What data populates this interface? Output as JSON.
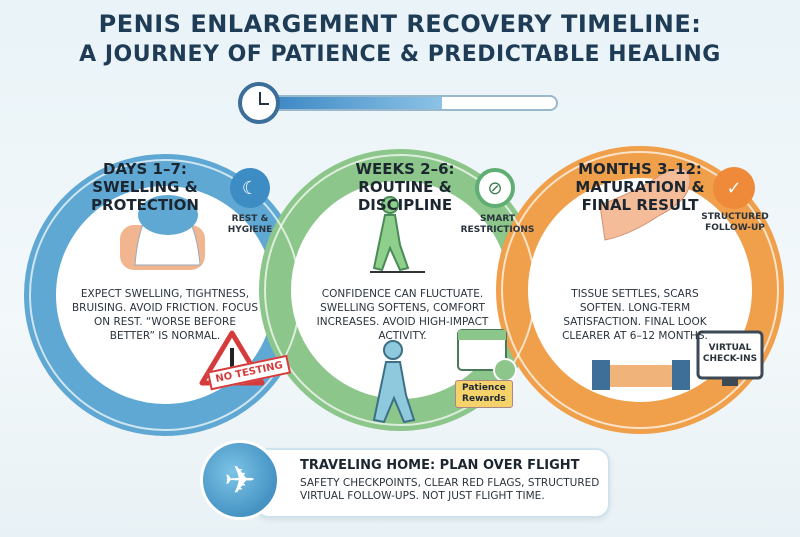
{
  "title": {
    "line1": "PENIS ENLARGEMENT RECOVERY TIMELINE:",
    "line2": "A JOURNEY OF PATIENCE & PREDICTABLE HEALING"
  },
  "progress": {
    "value": 0.6,
    "color": "#4d97cf"
  },
  "stages": [
    {
      "heading": "DAYS 1–7:\nSWELLING &\nPROTECTION",
      "body": "EXPECT SWELLING, TIGHTNESS, BRUISING. AVOID FRICTION. FOCUS ON REST. “WORSE BEFORE BETTER” IS NORMAL.",
      "badge_label": "REST &\nHYGIENE",
      "badge_icon": "bed-icon",
      "color": "#5fa8d3",
      "extra": "NO TESTING"
    },
    {
      "heading": "WEEKS 2–6:\nROUTINE &\nDISCIPLINE",
      "body": "CONFIDENCE CAN FLUCTUATE. SWELLING SOFTENS, COMFORT INCREASES. AVOID HIGH-IMPACT ACTIVITY.",
      "badge_label": "SMART\nRESTRICTIONS",
      "badge_icon": "no-walking-icon",
      "color": "#8cc68a",
      "extra": "Patience\nRewards"
    },
    {
      "heading": "MONTHS 3–12:\nMATURATION &\nFINAL RESULT",
      "body": "TISSUE SETTLES, SCARS SOFTEN. LONG-TERM SATISFACTION. FINAL LOOK CLEARER AT 6–12 MONTHS.",
      "badge_label": "STRUCTURED\nFOLLOW-UP",
      "badge_icon": "clipboard-check-icon",
      "color": "#f0a04b",
      "extra": "VIRTUAL\nCHECK-INS"
    }
  ],
  "travel": {
    "heading": "TRAVELING HOME: PLAN OVER FLIGHT",
    "body": "SAFETY CHECKPOINTS, CLEAR RED FLAGS, STRUCTURED VIRTUAL FOLLOW-UPS. NOT JUST FLIGHT TIME."
  }
}
